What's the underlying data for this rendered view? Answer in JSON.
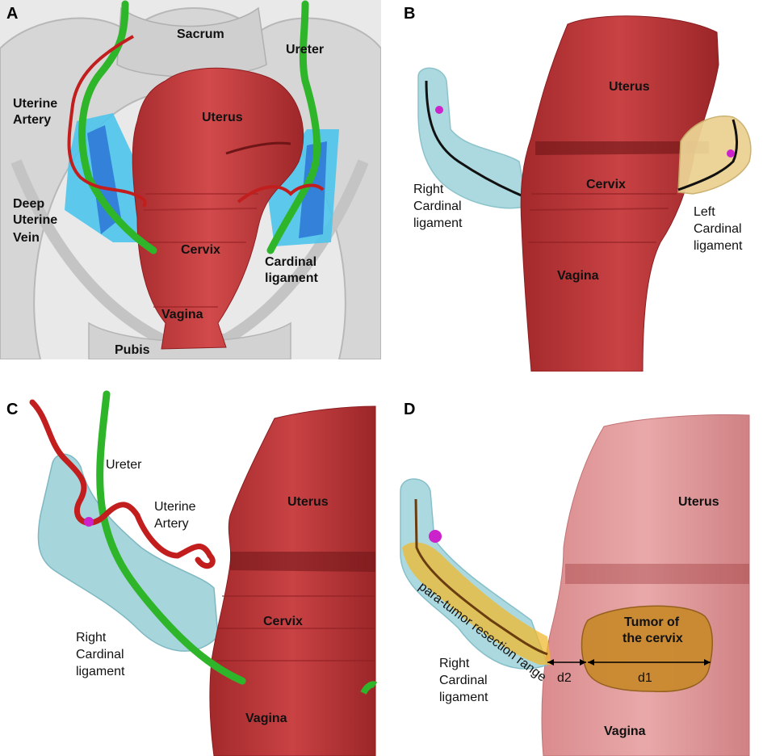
{
  "panels": {
    "A": {
      "letter": "A",
      "labels": {
        "sacrum": "Sacrum",
        "ureter": "Ureter",
        "uterine_artery_1": "Uterine",
        "uterine_artery_2": "Artery",
        "uterus": "Uterus",
        "deep_uterine_vein_1": "Deep",
        "deep_uterine_vein_2": "Uterine",
        "deep_uterine_vein_3": "Vein",
        "cervix": "Cervix",
        "cardinal_ligament_1": "Cardinal",
        "cardinal_ligament_2": "ligament",
        "vagina": "Vagina",
        "pubis": "Pubis"
      }
    },
    "B": {
      "letter": "B",
      "labels": {
        "uterus": "Uterus",
        "cervix": "Cervix",
        "right_cardinal_1": "Right",
        "right_cardinal_2": "Cardinal",
        "right_cardinal_3": "ligament",
        "left_cardinal_1": "Left",
        "left_cardinal_2": "Cardinal",
        "left_cardinal_3": "ligament",
        "vagina": "Vagina"
      }
    },
    "C": {
      "letter": "C",
      "labels": {
        "ureter": "Ureter",
        "uterine_artery_1": "Uterine",
        "uterine_artery_2": "Artery",
        "uterus": "Uterus",
        "cervix": "Cervix",
        "right_cardinal_1": "Right",
        "right_cardinal_2": "Cardinal",
        "right_cardinal_3": "ligament",
        "vagina": "Vagina"
      }
    },
    "D": {
      "letter": "D",
      "labels": {
        "uterus": "Uterus",
        "para_tumor": "para-tumor resection range",
        "tumor_1": "Tumor of",
        "tumor_2": "the cervix",
        "d1": "d1",
        "d2": "d2",
        "right_cardinal_1": "Right",
        "right_cardinal_2": "Cardinal",
        "right_cardinal_3": "ligament",
        "vagina": "Vagina"
      }
    }
  },
  "colors": {
    "uterus_red": "#c0393b",
    "ureter_green": "#2fb52a",
    "artery_red": "#c21e1e",
    "ligament_blue": "#9ed3db",
    "cardinal_cyan": "#3fb8e0",
    "left_ligament_tan": "#e8cf8f",
    "tumor_orange": "#c98a2e",
    "marker_magenta": "#cc22cc",
    "bone_gray": "#d8d8d8"
  }
}
